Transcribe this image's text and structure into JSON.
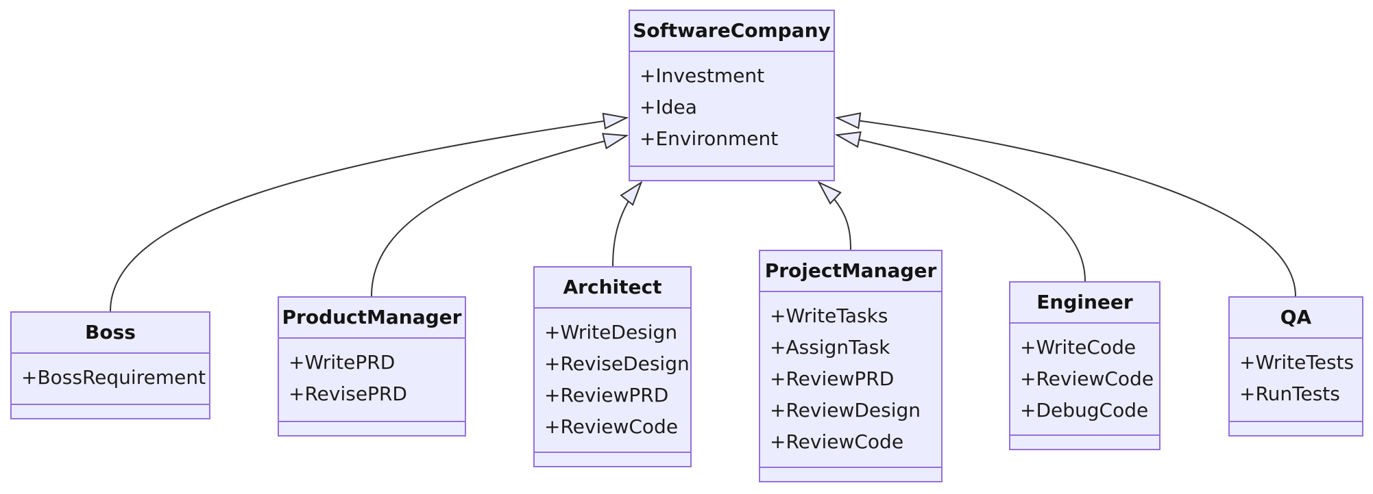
{
  "diagram_type": "uml-class-diagram",
  "colors": {
    "box_fill": "#ECECFF",
    "box_border": "#9370DB",
    "edge_line": "#333333",
    "text": "#1c1c1c",
    "background": "#ffffff"
  },
  "classes": [
    {
      "name": "SoftwareCompany",
      "members": [
        "+Investment",
        "+Idea",
        "+Environment"
      ]
    },
    {
      "name": "Boss",
      "members": [
        "+BossRequirement"
      ]
    },
    {
      "name": "ProductManager",
      "members": [
        "+WritePRD",
        "+RevisePRD"
      ]
    },
    {
      "name": "Architect",
      "members": [
        "+WriteDesign",
        "+ReviseDesign",
        "+ReviewPRD",
        "+ReviewCode"
      ]
    },
    {
      "name": "ProjectManager",
      "members": [
        "+WriteTasks",
        "+AssignTask",
        "+ReviewPRD",
        "+ReviewDesign",
        "+ReviewCode"
      ]
    },
    {
      "name": "Engineer",
      "members": [
        "+WriteCode",
        "+ReviewCode",
        "+DebugCode"
      ]
    },
    {
      "name": "QA",
      "members": [
        "+WriteTests",
        "+RunTests"
      ]
    }
  ],
  "relations": [
    {
      "from": "Boss",
      "to": "SoftwareCompany",
      "type": "inheritance"
    },
    {
      "from": "ProductManager",
      "to": "SoftwareCompany",
      "type": "inheritance"
    },
    {
      "from": "Architect",
      "to": "SoftwareCompany",
      "type": "inheritance"
    },
    {
      "from": "ProjectManager",
      "to": "SoftwareCompany",
      "type": "inheritance"
    },
    {
      "from": "Engineer",
      "to": "SoftwareCompany",
      "type": "inheritance"
    },
    {
      "from": "QA",
      "to": "SoftwareCompany",
      "type": "inheritance"
    }
  ]
}
